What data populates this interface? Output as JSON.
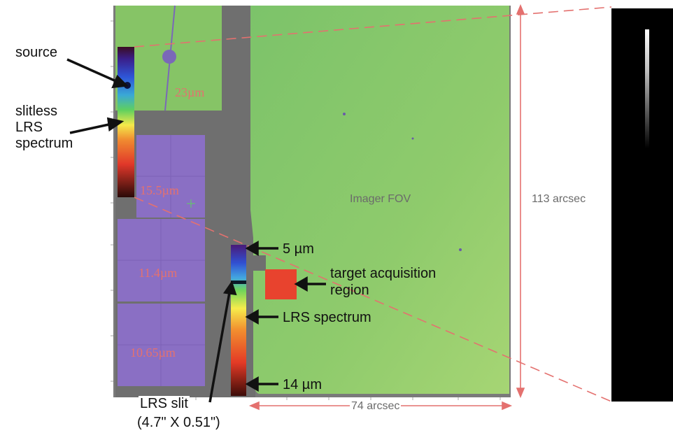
{
  "labels": {
    "source": "source",
    "slitless": [
      "slitless",
      "LRS",
      "spectrum"
    ],
    "filter_23": "23µm",
    "filter_15_5": "15.5µm",
    "filter_11_4": "11.4µm",
    "filter_10_65": "10.65µm",
    "imager_fov": "Imager FOV",
    "height_arcsec": "113 arcsec",
    "width_arcsec": "74 arcsec",
    "wave_5": "5 µm",
    "wave_14": "14 µm",
    "target_acq": [
      "target acquisition",
      "region"
    ],
    "lrs_spectrum": "LRS spectrum",
    "lrs_slit": [
      "LRS slit",
      "(4.7\" X 0.51\")"
    ]
  },
  "colors": {
    "imager_green": "#8cc96a",
    "filter_purple": "#8a6fc4",
    "mask_grey": "#6f6f6f",
    "target_red": "#e8432e",
    "arrow_coral": "#e4716f",
    "annotation_black": "#111111"
  }
}
